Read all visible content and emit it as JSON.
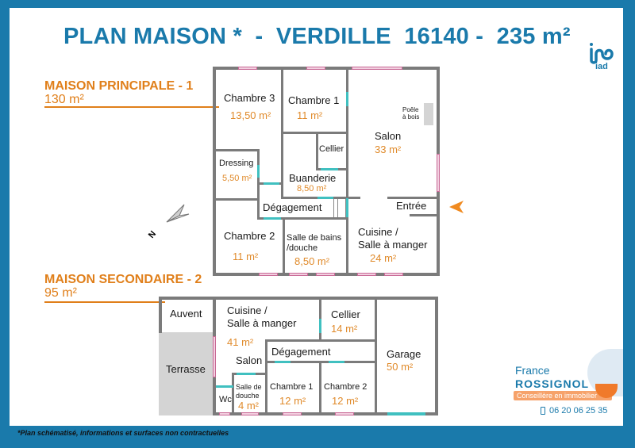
{
  "header": {
    "title": "PLAN MAISON *  -  VERDILLE  16140 -  235 m²",
    "logo_text": "iad",
    "logo_icon": "iad-logo-icon"
  },
  "colors": {
    "brand_blue": "#1a7aab",
    "accent_orange": "#e07f1a",
    "wall_gray": "#7b7b7b",
    "window_pink": "#f2cfe0",
    "door_teal": "#40c0c0"
  },
  "house1": {
    "label": "MAISON PRINCIPALE - 1",
    "area": "130 m²",
    "rooms": [
      {
        "name": "Chambre 3",
        "area": "13,50 m²"
      },
      {
        "name": "Chambre 1",
        "area": "11 m²"
      },
      {
        "name": "Poêle",
        "name2": "à bois"
      },
      {
        "name": "Salon",
        "area": "33 m²"
      },
      {
        "name": "Cellier"
      },
      {
        "name": "Dressing",
        "area": "5,50 m²"
      },
      {
        "name": "Buanderie",
        "area": "8,50 m²"
      },
      {
        "name": "Dégagement"
      },
      {
        "name": "Entrée"
      },
      {
        "name": "Chambre 2",
        "area": "11 m²"
      },
      {
        "name": "Salle de bains",
        "name2": "/douche",
        "area": "8,50 m²"
      },
      {
        "name": "Cuisine /",
        "name2": "Salle à manger",
        "area": "24 m²"
      }
    ]
  },
  "house2": {
    "label": "MAISON SECONDAIRE - 2",
    "area": "95 m²",
    "rooms": [
      {
        "name": "Auvent"
      },
      {
        "name": "Cuisine /",
        "name2": "Salle à manger",
        "area": "41 m²"
      },
      {
        "name": "Cellier",
        "area": "14 m²"
      },
      {
        "name": "Garage",
        "area": "50 m²"
      },
      {
        "name": "Terrasse"
      },
      {
        "name": "Dégagement"
      },
      {
        "name": "Salon"
      },
      {
        "name": "Wc"
      },
      {
        "name": "Salle de",
        "name2": "douche",
        "area": "4 m²"
      },
      {
        "name": "Chambre 1",
        "area": "12 m²"
      },
      {
        "name": "Chambre 2",
        "area": "12 m²"
      }
    ]
  },
  "compass": {
    "label": "N",
    "icon": "north-arrow-icon"
  },
  "entrance_marker": {
    "icon": "entrance-arrow-icon"
  },
  "agent": {
    "first_name": "France",
    "last_name": "ROSSIGNOL",
    "role": "Conseillère en immobilier",
    "phone": "06 20 06 25 35",
    "phone_icon": "phone-icon"
  },
  "footnote": "*Plan schématisé, informations et surfaces non contractuelles"
}
